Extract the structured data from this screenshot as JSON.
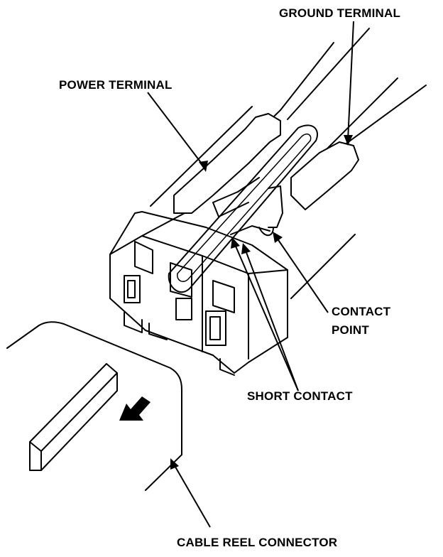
{
  "labels": {
    "ground_terminal": "GROUND TERMINAL",
    "power_terminal": "POWER TERMINAL",
    "contact_point_line1": "CONTACT",
    "contact_point_line2": "POINT",
    "short_contact": "SHORT CONTACT",
    "cable_reel_connector": "CABLE REEL CONNECTOR"
  },
  "colors": {
    "ink": "#000000",
    "paper": "#ffffff"
  }
}
